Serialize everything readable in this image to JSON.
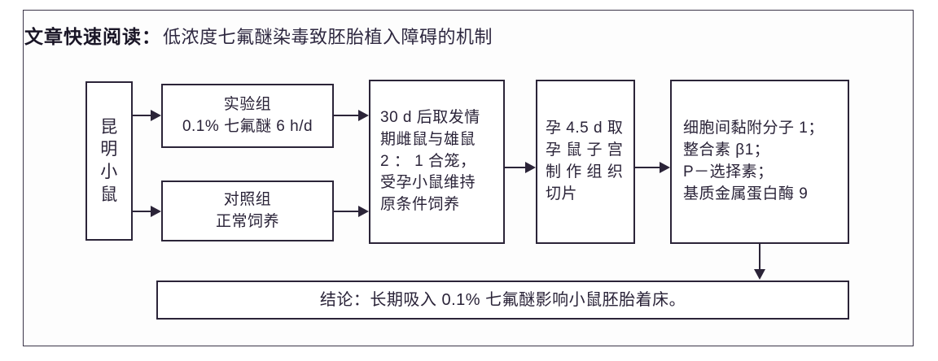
{
  "figure": {
    "title_label": "文章快速阅读：",
    "title_text": "低浓度七氟醚染毒致胚胎植入障碍的机制",
    "colors": {
      "frame": "#3b3548",
      "node_border": "#2b2438",
      "text": "#2a2338",
      "background": "#ffffff"
    }
  },
  "nodes": {
    "source": {
      "name": "昆明小鼠",
      "chars": [
        "昆",
        "明",
        "小",
        "鼠"
      ]
    },
    "experimental": {
      "lines": [
        "实验组",
        "0.1% 七氟醚 6 h/d"
      ]
    },
    "control": {
      "lines": [
        "对照组",
        "正常饲养"
      ]
    },
    "mating": {
      "lines": [
        "30 d 后取发情",
        "期雌鼠与雄鼠",
        "2 ： 1 合笼，",
        "受孕小鼠维持",
        "原条件饲养"
      ]
    },
    "uterus": {
      "lines": [
        "孕 4.5 d 取",
        "孕 鼠 子 宫",
        "制 作 组 织",
        "切片"
      ]
    },
    "markers": {
      "lines": [
        "细胞间黏附分子 1；",
        "整合素 β1；",
        "P－选择素；",
        "基质金属蛋白酶 9"
      ]
    },
    "conclusion": {
      "text": "结论：长期吸入 0.1% 七氟醚影响小鼠胚胎着床。"
    }
  },
  "connectors": [
    {
      "id": "source-to-experimental",
      "direction": "right"
    },
    {
      "id": "source-to-control",
      "direction": "right"
    },
    {
      "id": "experimental-to-mating",
      "direction": "right"
    },
    {
      "id": "control-to-mating",
      "direction": "right"
    },
    {
      "id": "mating-to-uterus",
      "direction": "right"
    },
    {
      "id": "uterus-to-markers",
      "direction": "right"
    },
    {
      "id": "markers-to-conclusion",
      "direction": "down"
    }
  ]
}
